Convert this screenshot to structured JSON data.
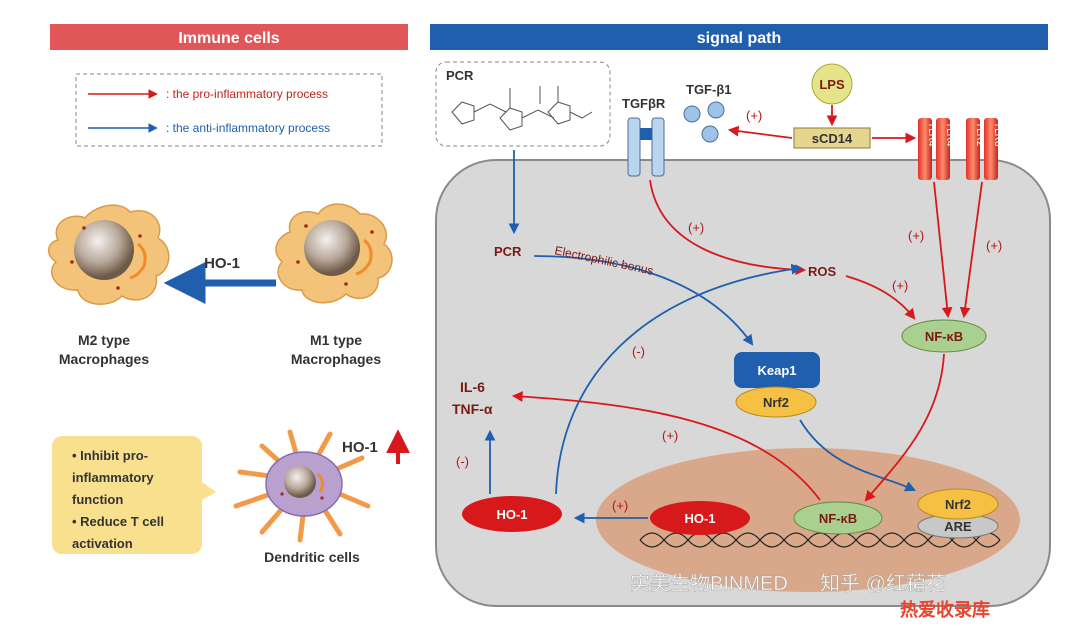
{
  "left_panel": {
    "header": "Immune cells",
    "legend": {
      "pro": ": the pro-inflammatory process",
      "anti": ": the anti-inflammatory process"
    },
    "arrow_label": "HO-1",
    "m2_label_1": "M2 type",
    "m2_label_2": "Macrophages",
    "m1_label_1": "M1 type",
    "m1_label_2": "Macrophages",
    "callout": {
      "line1": "• Inhibit pro-",
      "line2": "inflammatory",
      "line3": "function",
      "line4": "• Reduce T cell",
      "line5": "activation"
    },
    "dendritic_label": "HO-1",
    "dendritic_caption": "Dendritic cells"
  },
  "right_panel": {
    "header": "signal path",
    "pcr_box_label": "PCR",
    "tgf_receptor": "TGFβR",
    "tgf_ligand": "TGF-β1",
    "plus": "(+)",
    "minus": "(-)",
    "lps": "LPS",
    "scd14": "sCD14",
    "tlr": [
      "TLR4",
      "TLR4",
      "TLR2",
      "TLR6"
    ],
    "pcr": "PCR",
    "electrophilic": "Electrophilic bonus",
    "ros": "ROS",
    "nfkb": "NF-κB",
    "keap1": "Keap1",
    "nrf2": "Nrf2",
    "il6": "IL-6",
    "tnfa": "TNF-α",
    "ho1": "HO-1",
    "are": "ARE"
  },
  "watermark": {
    "line1": "实美生物BINMED",
    "line2": "知乎 @红藊花",
    "line3": "热爱收录库"
  },
  "colors": {
    "red": "#d7191c",
    "blue": "#1f5fae",
    "header_red": "#e15759",
    "header_blue": "#1f5fae",
    "cell_gray": "#d8d8d8",
    "nucleus": "#d9a88a"
  }
}
